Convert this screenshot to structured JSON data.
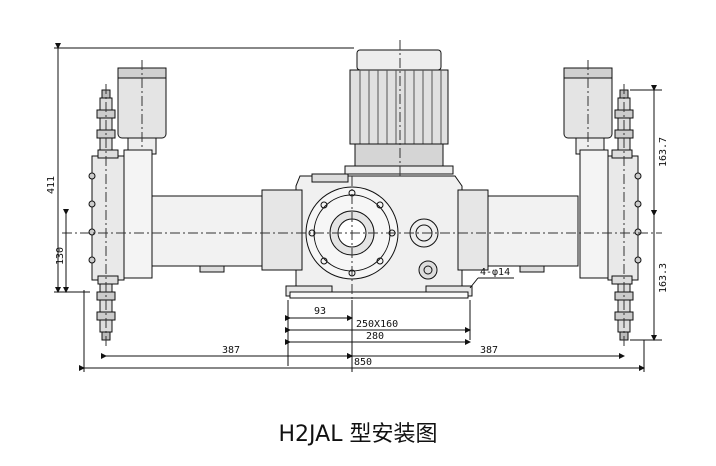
{
  "caption": "H2JAL 型安装图",
  "dimensions": {
    "total_height": "411",
    "center_height": "130",
    "upper_right": "163.7",
    "lower_right": "163.3",
    "holes": "4-φ14",
    "offset": "93",
    "base_holes": "250X160",
    "base_width": "280",
    "left_span": "387",
    "right_span": "387",
    "total_width": "850"
  },
  "colors": {
    "line": "#111111",
    "fill_dark": "#d9d9d9",
    "fill_mid": "#e8e8e8",
    "fill_light": "#f3f3f3"
  }
}
